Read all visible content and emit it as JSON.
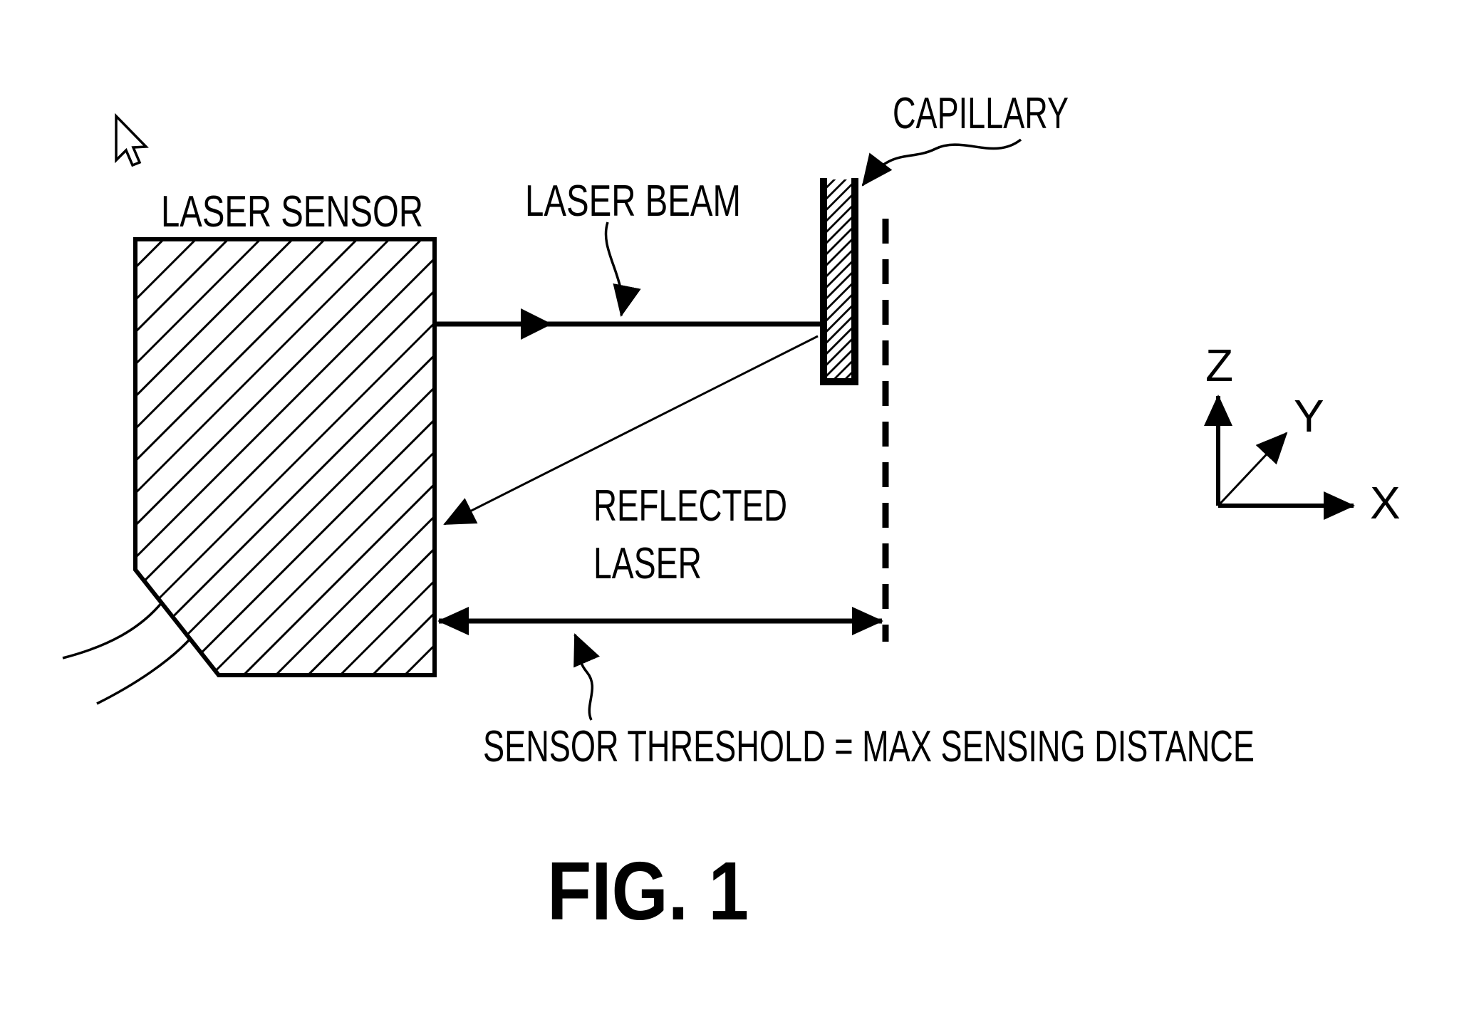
{
  "figure": {
    "caption": "FIG. 1",
    "labels": {
      "laser_sensor": "LASER SENSOR",
      "laser_beam": "LASER BEAM",
      "capillary": "CAPILLARY",
      "reflected_laser_line1": "REFLECTED",
      "reflected_laser_line2": "LASER",
      "sensor_threshold": "SENSOR THRESHOLD = MAX SENSING DISTANCE"
    },
    "axes": {
      "z_label": "Z",
      "y_label": "Y",
      "x_label": "X"
    },
    "icons": {
      "cursor": "arrow-pointer-icon"
    },
    "colors": {
      "ink": "#000000",
      "background": "#ffffff"
    }
  }
}
